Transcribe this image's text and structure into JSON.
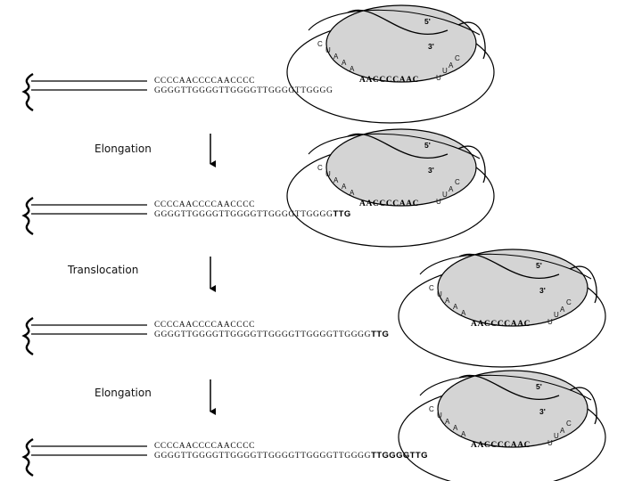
{
  "colors": {
    "ink": "#000000",
    "paper": "#ffffff",
    "enzyme_shade": "#d4d4d4"
  },
  "steps": [
    {
      "label": "",
      "top_strand": "CCCCAACCCCAACCCC",
      "bottom_strand": "GGGGTTGGGGTTGGGGTTGGGGTTGGGG",
      "added_bases": "",
      "rna_loop": "CUAAA",
      "rna_template": "AACCCCAAC",
      "rna_tail": "UUAC",
      "five_prime": "5'",
      "three_prime": "3'"
    },
    {
      "label": "Elongation",
      "top_strand": "CCCCAACCCCAACCCC",
      "bottom_strand": "GGGGTTGGGGTTGGGGTTGGGGTTGGGG",
      "added_bases": "TTG",
      "rna_loop": "CUAAA",
      "rna_template": "AACCCCAAC",
      "rna_tail": "UUAC",
      "five_prime": "5'",
      "three_prime": "3'"
    },
    {
      "label": "Translocation",
      "top_strand": "CCCCAACCCCAACCCC",
      "bottom_strand": "GGGGTTGGGGTTGGGGTTGGGGTTGGGGTTGGGG",
      "added_bases": "TTG",
      "rna_loop": "CUAAA",
      "rna_template": "AACCCCAAC",
      "rna_tail": "UUAC",
      "five_prime": "5'",
      "three_prime": "3'"
    },
    {
      "label": "Elongation",
      "top_strand": "CCCCAACCCCAACCCC",
      "bottom_strand": "GGGGTTGGGGTTGGGGTTGGGGTTGGGGTTGGGG",
      "added_bases": "TTGGGGTTG",
      "rna_loop": "CUAAA",
      "rna_template": "AACCCCAAC",
      "rna_tail": "UUAC",
      "five_prime": "5'",
      "three_prime": "3'"
    }
  ]
}
